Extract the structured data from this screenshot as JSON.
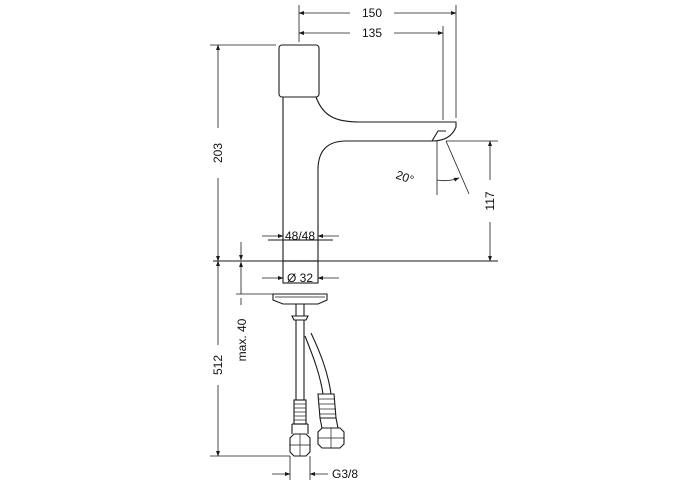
{
  "dimensions": {
    "total_width": "150",
    "spout_reach": "135",
    "total_height": "203",
    "spout_height": "117",
    "spout_angle": "20°",
    "body_diameter": "48/48",
    "thread_diameter": "Ø 32",
    "total_length": "512",
    "max_thickness": "max. 40",
    "connection": "G3/8"
  }
}
